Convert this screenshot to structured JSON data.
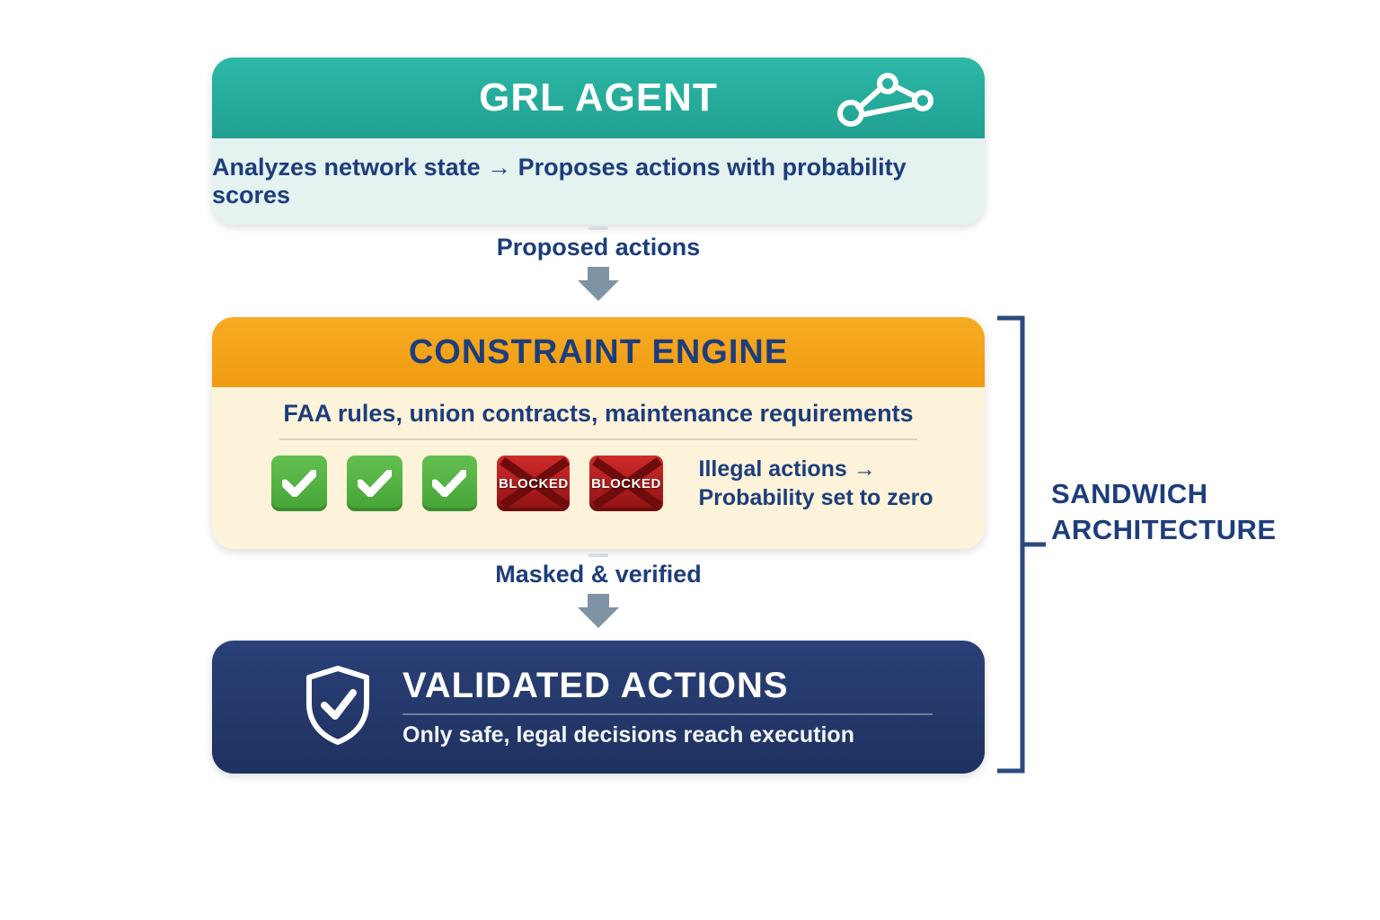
{
  "colors": {
    "teal": "#2cb8a7",
    "teal_light": "#e4f2f0",
    "orange": "#f7ab22",
    "cream": "#fdf3da",
    "navy": "#1d3d7b",
    "navy_box": "#1f3160",
    "green": "#46a436",
    "red": "#8f1212",
    "arrow_gray": "#7e93a4"
  },
  "agent": {
    "title": "GRL AGENT",
    "subtitle": "Analyzes network state → Proposes actions with probability scores"
  },
  "flow": {
    "arrow1_label": "Proposed actions",
    "arrow2_label": "Masked & verified"
  },
  "constraint": {
    "title": "CONSTRAINT ENGINE",
    "subtitle": "FAA rules, union contracts, maintenance requirements",
    "blocked_label": "BLOCKED",
    "note": "Illegal actions → Probability set to zero"
  },
  "validated": {
    "title": "VALIDATED ACTIONS",
    "subtitle": "Only safe, legal decisions reach execution"
  },
  "bracket": {
    "label": "SANDWICH ARCHITECTURE"
  },
  "icons": {
    "agent_icon": "network-graph-icon",
    "allowed_icon": "check-icon",
    "blocked_icon": "blocked-x-icon",
    "validated_icon": "shield-check-icon",
    "flow_icon": "down-arrow-icon"
  }
}
